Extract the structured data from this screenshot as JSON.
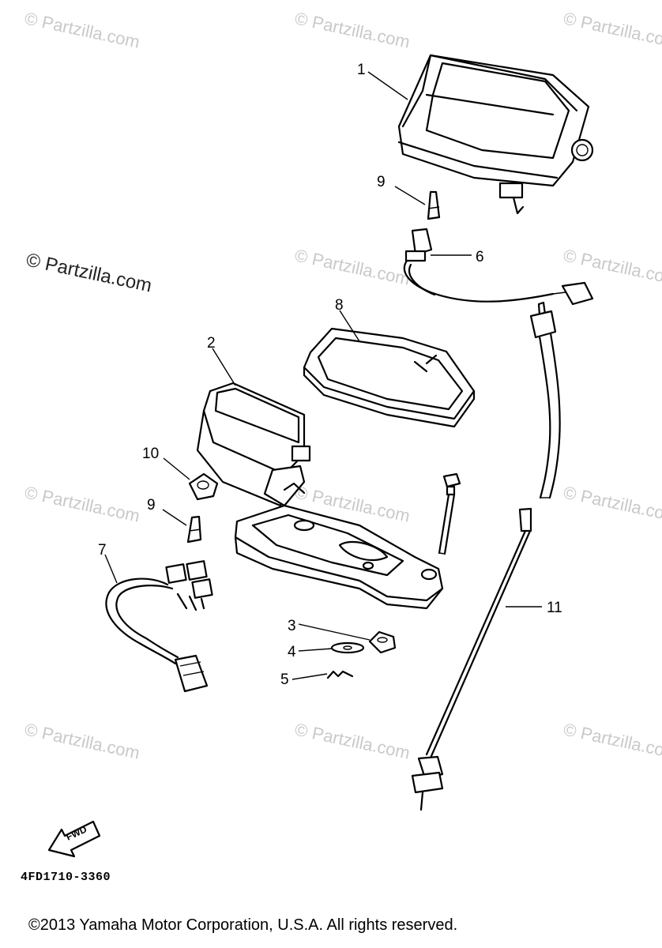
{
  "watermark": "© Partzilla.com",
  "callouts": {
    "p1": "1",
    "p2": "2",
    "p3": "3",
    "p4": "4",
    "p5": "5",
    "p6": "6",
    "p7": "7",
    "p8": "8",
    "p9a": "9",
    "p9b": "9",
    "p10": "10",
    "p11": "11"
  },
  "fwd_label": "FWD",
  "diagram_code": "4FD1710-3360",
  "copyright": "©2013 Yamaha Motor Corporation, U.S.A. All rights reserved."
}
